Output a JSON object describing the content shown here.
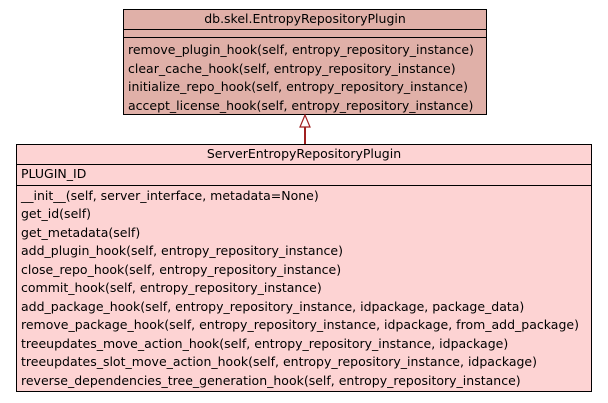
{
  "colors": {
    "base_fill": "#e0b0a8",
    "derived_fill": "#fdd3d3",
    "arrow_stroke": "#a02020"
  },
  "base_class": {
    "name": "db.skel.EntropyRepositoryPlugin",
    "attributes": [],
    "methods": [
      "remove_plugin_hook(self, entropy_repository_instance)",
      "clear_cache_hook(self, entropy_repository_instance)",
      "initialize_repo_hook(self, entropy_repository_instance)",
      "accept_license_hook(self, entropy_repository_instance)"
    ]
  },
  "derived_class": {
    "name": "ServerEntropyRepositoryPlugin",
    "attributes": [
      "PLUGIN_ID"
    ],
    "methods": [
      "__init__(self, server_interface, metadata=None)",
      "get_id(self)",
      "get_metadata(self)",
      "add_plugin_hook(self, entropy_repository_instance)",
      "close_repo_hook(self, entropy_repository_instance)",
      "commit_hook(self, entropy_repository_instance)",
      "add_package_hook(self, entropy_repository_instance, idpackage, package_data)",
      "remove_package_hook(self, entropy_repository_instance, idpackage, from_add_package)",
      "treeupdates_move_action_hook(self, entropy_repository_instance, idpackage)",
      "treeupdates_slot_move_action_hook(self, entropy_repository_instance, idpackage)",
      "reverse_dependencies_tree_generation_hook(self, entropy_repository_instance)"
    ]
  }
}
